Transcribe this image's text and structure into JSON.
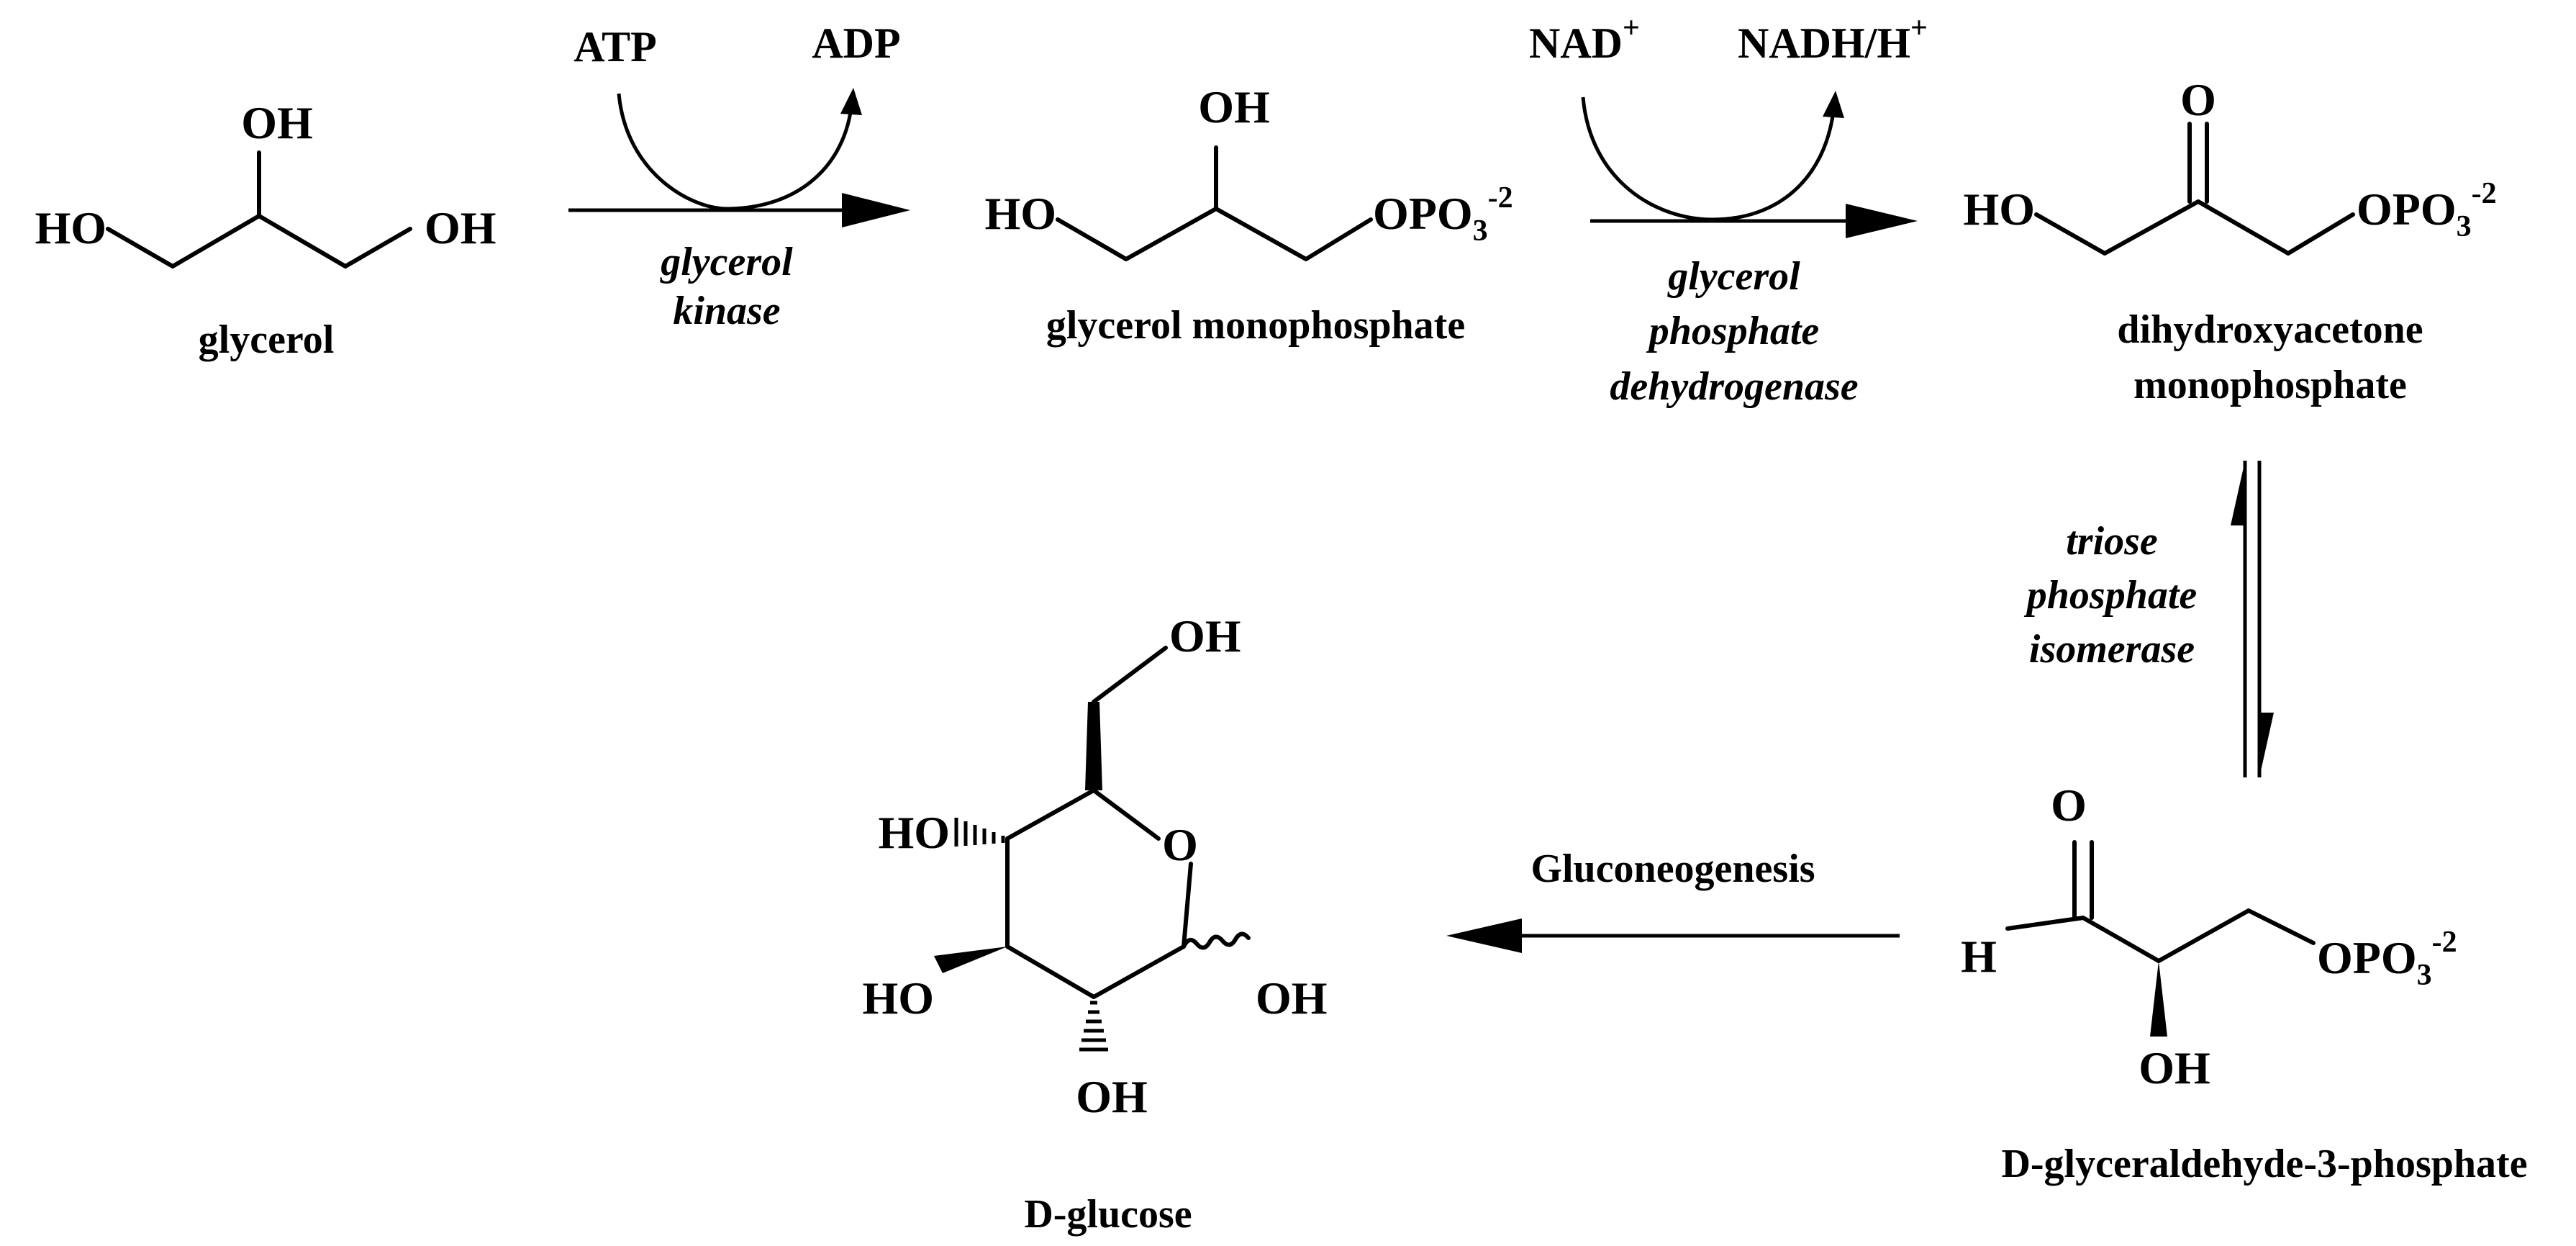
{
  "colors": {
    "ink": "#000000",
    "background": "#ffffff"
  },
  "atoms": {
    "oh": "OH",
    "ho": "HO",
    "o": "O",
    "h": "H",
    "opo3_base": "OPO",
    "opo3_sub": "3",
    "opo3_charge": "-2"
  },
  "compounds": {
    "glycerol": "glycerol",
    "glycerol_mp": "glycerol monophosphate",
    "dhap_line1": "dihydroxyacetone",
    "dhap_line2": "monophosphate",
    "g3p": "D-glyceraldehyde-3-phosphate",
    "glucose": "D-glucose"
  },
  "cofactors": {
    "atp": "ATP",
    "adp": "ADP",
    "nad_base": "NAD",
    "nad_charge": "+",
    "nadh_base": "NADH/H",
    "nadh_charge": "+"
  },
  "enzymes": {
    "kinase_line1": "glycerol",
    "kinase_line2": "kinase",
    "gpdh_line1": "glycerol",
    "gpdh_line2": "phosphate",
    "gpdh_line3": "dehydrogenase",
    "tpi_line1": "triose",
    "tpi_line2": "phosphate",
    "tpi_line3": "isomerase"
  },
  "process": {
    "gluconeogenesis": "Gluconeogenesis"
  }
}
